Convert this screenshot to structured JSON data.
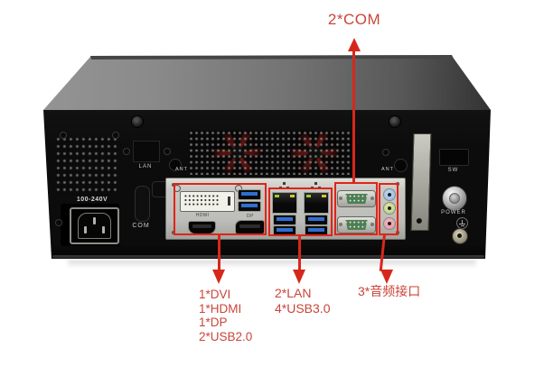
{
  "annotations": {
    "top": {
      "label": "2*COM"
    },
    "groups": [
      {
        "id": "display-io",
        "lines": [
          "1*DVI",
          "1*HDMI",
          "1*DP",
          "2*USB2.0"
        ]
      },
      {
        "id": "lan-usb",
        "lines": [
          "2*LAN",
          "4*USB3.0"
        ]
      },
      {
        "id": "audio",
        "lines": [
          "3*音频接口"
        ]
      }
    ]
  },
  "chassis": {
    "labels": {
      "lan": "LAN",
      "ant_left": "ANT",
      "ant_right": "ANT",
      "voltage": "100-240V",
      "com": "COM",
      "sw": "SW",
      "power": "POWER"
    },
    "io_panel": {
      "hdmi": "HDMI",
      "dp": "DP"
    }
  },
  "colors": {
    "annotation_text": "#c9453a",
    "annotation_arrow": "#d6281a",
    "annotation_box": "#e02418",
    "chassis_front": "#141414",
    "io_panel_gray": "#c3c3bf",
    "usb3_blue": "#2f6fd0",
    "audio_line_in_blue": "#a0c4e8",
    "audio_line_out_green": "#c6d88c",
    "audio_mic_pink": "#eaa2ae",
    "com_port_green": "#4e7e55"
  }
}
